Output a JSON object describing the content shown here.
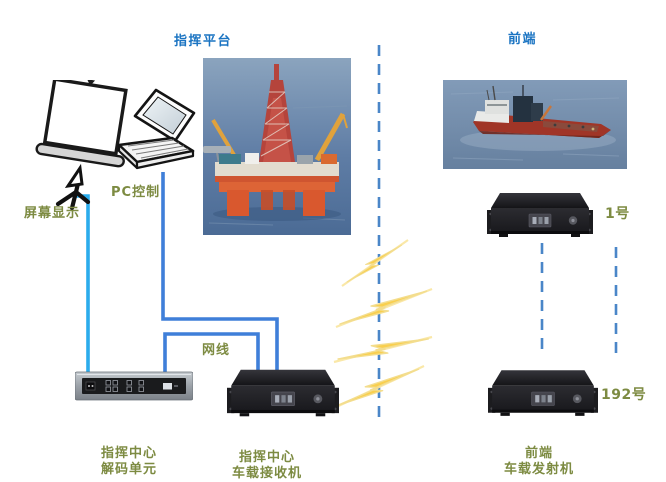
{
  "titles": {
    "command_platform": "指挥平台",
    "front_end": "前端"
  },
  "labels": {
    "screen_display": "屏幕显示",
    "pc_control": "PC控制",
    "network_cable": "网线",
    "unit_1": "1号",
    "unit_192": "192号"
  },
  "captions": {
    "decoder": {
      "line1": "指挥中心",
      "line2": "解码单元"
    },
    "receiver": {
      "line1": "指挥中心",
      "line2": "车载接收机"
    },
    "transmitter": {
      "line1": "前端",
      "line2": "车载发射机"
    }
  },
  "icons": {
    "projection_screen": "projection-screen-icon",
    "laptop": "laptop-icon",
    "oil_platform_photo": "oil-platform-photo",
    "ship_photo": "ship-photo",
    "black_rack_device": "rack-device-icon",
    "gray_decoder_device": "decoder-device-icon",
    "lightning": "wireless-signal-lightning-icon"
  },
  "colors": {
    "title_text": "#1b74c2",
    "caption_text": "#7d8b42",
    "cable_blue": "#3f7fd9",
    "cable_cyan": "#2bacec",
    "boundary_dash_blue": "#4a86c8",
    "lightning_gold": "#f9cf4e",
    "lightning_pale": "#fae8a8"
  }
}
